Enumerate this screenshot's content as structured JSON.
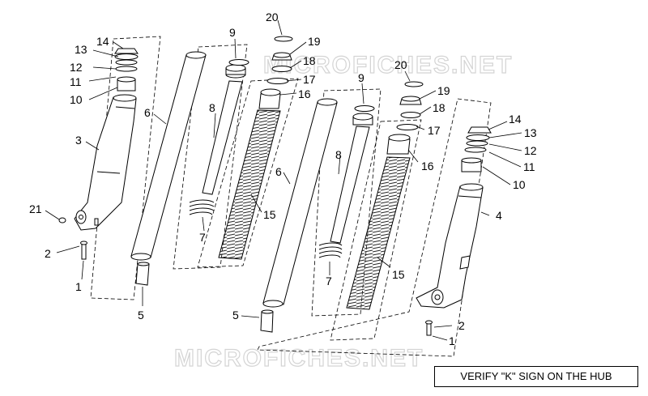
{
  "watermark": "MICROFICHES.NET",
  "note": "VERIFY \"K\" SIGN ON THE HUB",
  "callouts": {
    "c20a": "20",
    "c19a": "19",
    "c18a": "18",
    "c17a": "17",
    "c16a": "16",
    "c9a": "9",
    "c8a": "8",
    "c7a": "7",
    "c6a": "6",
    "c5a": "5",
    "c15a": "15",
    "c14a": "14",
    "c13a": "13",
    "c12a": "12",
    "c11a": "11",
    "c10a": "10",
    "c3": "3",
    "c21": "21",
    "c2a": "2",
    "c1a": "1",
    "c20b": "20",
    "c19b": "19",
    "c18b": "18",
    "c17b": "17",
    "c16b": "16",
    "c9b": "9",
    "c8b": "8",
    "c7b": "7",
    "c6b": "6",
    "c5b": "5",
    "c15b": "15",
    "c14b": "14",
    "c13b": "13",
    "c12b": "12",
    "c11b": "11",
    "c10b": "10",
    "c4": "4",
    "c2b": "2",
    "c1b": "1"
  }
}
